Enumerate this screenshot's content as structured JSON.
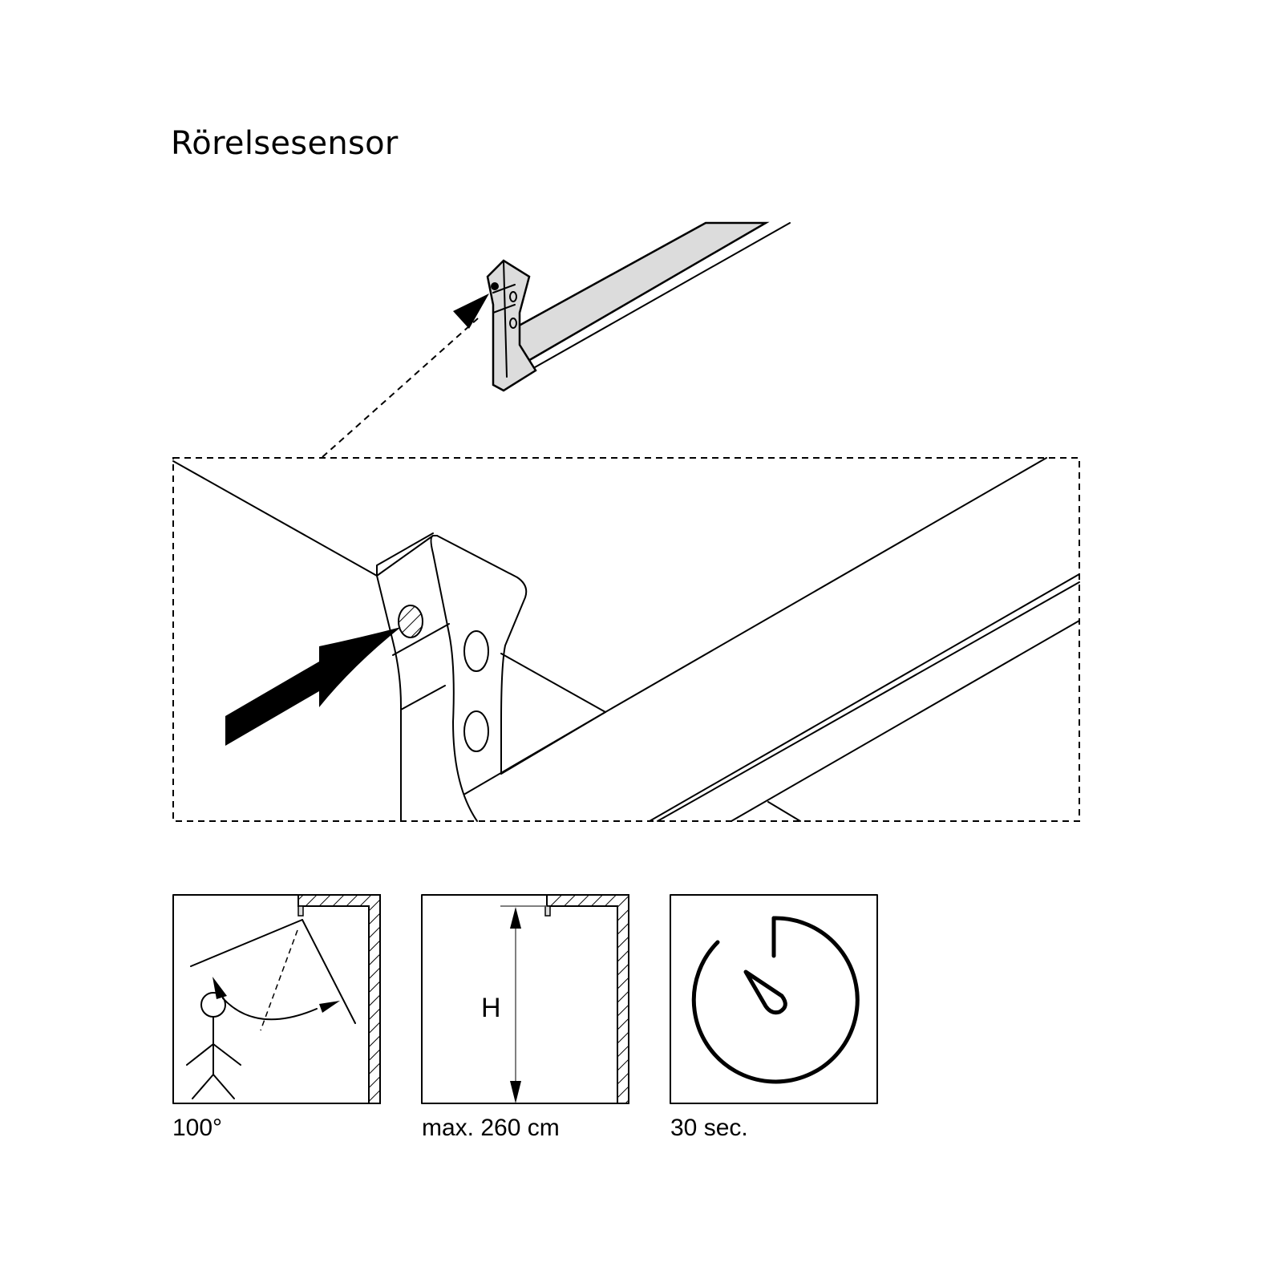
{
  "title": "Rörelsesensor",
  "icons": [
    {
      "name": "detection-angle-icon",
      "caption": "100°"
    },
    {
      "name": "mounting-height-icon",
      "caption": "max. 260 cm",
      "label": "H"
    },
    {
      "name": "timer-icon",
      "caption": "30 sec."
    }
  ],
  "colors": {
    "rail_fill": "#dcdcdc",
    "line": "#000000"
  }
}
